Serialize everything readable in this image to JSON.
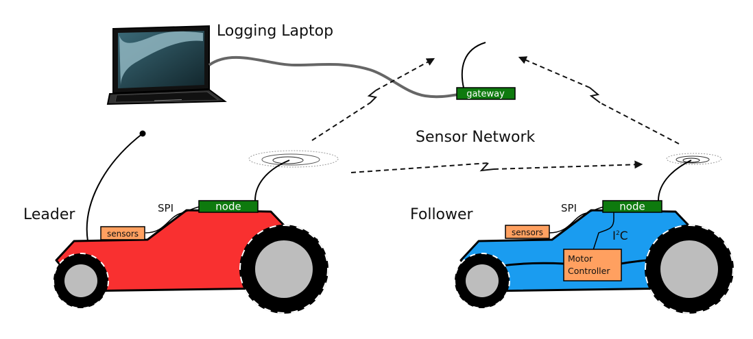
{
  "labels": {
    "logging_laptop": "Logging Laptop",
    "sensor_network": "Sensor Network",
    "leader": "Leader",
    "follower": "Follower",
    "gateway": "gateway",
    "leader_node": "node",
    "follower_node": "node",
    "leader_spi": "SPI",
    "follower_spi": "SPI",
    "leader_sensors": "sensors",
    "follower_sensors": "sensors",
    "i2c_letter": "I",
    "i2c_exp": "2",
    "i2c_end": "C",
    "motor_controller_line1": "Motor",
    "motor_controller_line2": "Controller"
  },
  "colors": {
    "leader_body": "#f93030",
    "follower_body": "#1a9cf0",
    "node_box": "#0e7a0e",
    "sensor_box": "#ffa060",
    "wheel_hub": "#bdbdbd",
    "cable": "#666666"
  }
}
